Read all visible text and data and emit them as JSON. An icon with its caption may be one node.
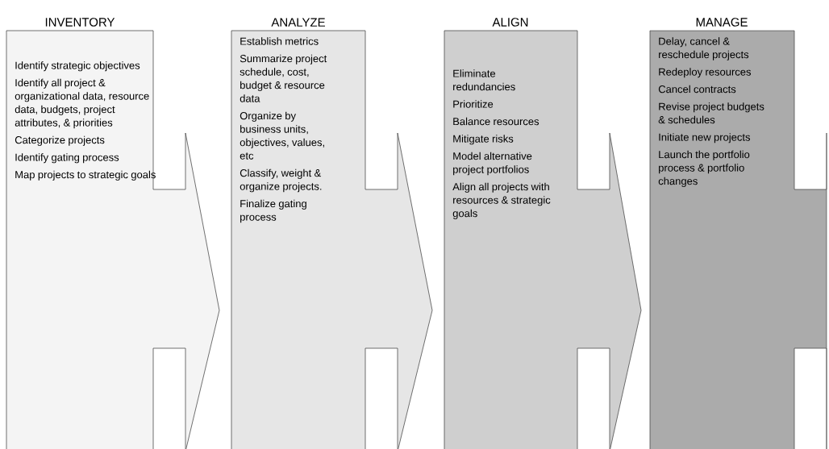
{
  "diagram": {
    "nodes": [
      {
        "text": [
          "INVENTORY",
          "Identify strategic objectives",
          "Identify all project & organizational data, resource data, budgets, project attributes, & priorities",
          "Categorize projects",
          "Identify gating process",
          "Map projects to strategic goals"
        ]
      },
      {
        "text": [
          "ANALYZE",
          "Establish metrics",
          "Summarize project schedule, cost, budget & resource data",
          "Organize by business units, objectives, values, etc",
          "Classify, weight & organize projects.",
          "Finalize gating process"
        ]
      },
      {
        "text": [
          "ALIGN",
          "Eliminate redundancies",
          "Prioritize",
          "Balance resources",
          "Mitigate risks",
          "Model alternative project portfolios",
          "Align all projects with resources & strategic goals"
        ]
      },
      {
        "text": [
          "MANAGE",
          "Delay, cancel & reschedule projects",
          "Redeploy resources",
          "Cancel contracts",
          "Revise project budgets & schedules",
          "Initiate new projects",
          "Launch the portfolio process & portfolio changes"
        ]
      }
    ]
  }
}
